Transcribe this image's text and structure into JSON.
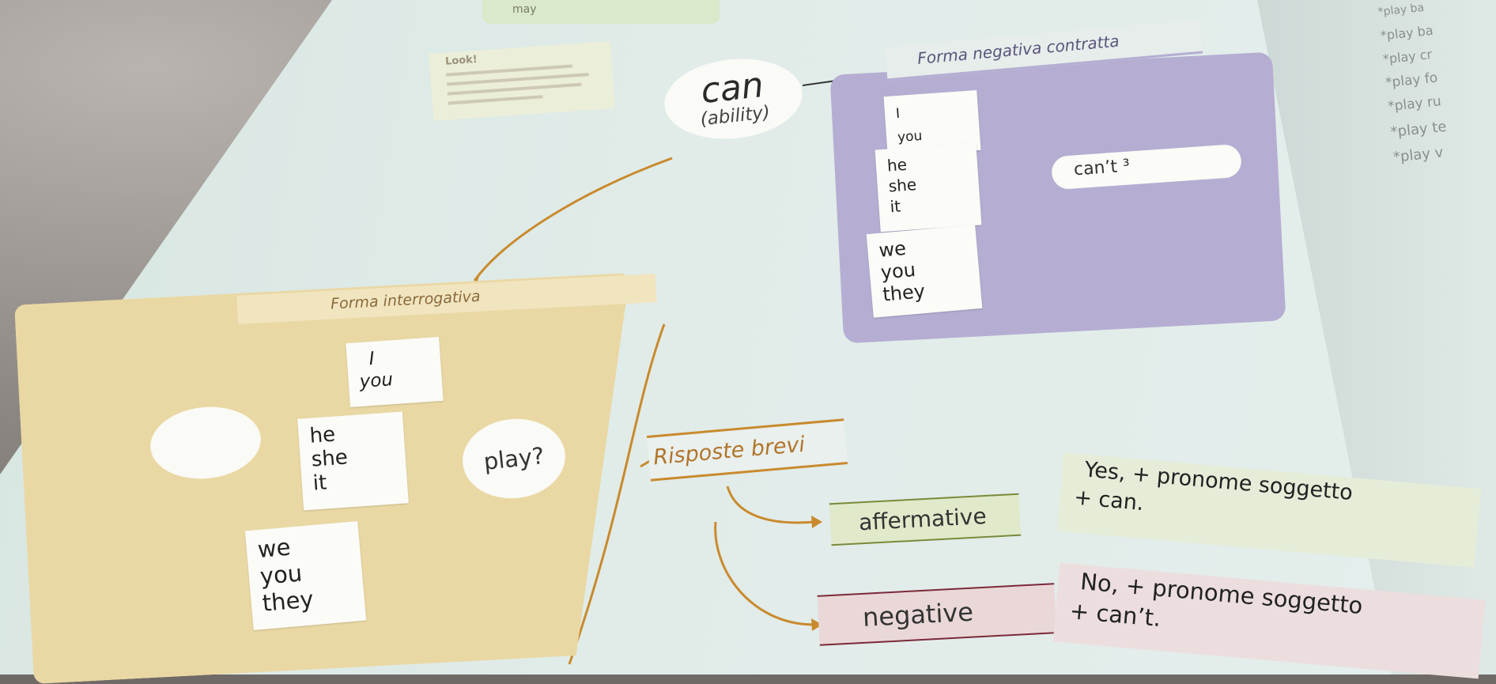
{
  "top_snippet": {
    "text": "may"
  },
  "look_box": {
    "title": "Look!"
  },
  "center_bubble": {
    "word": "can",
    "sub": "(ability)"
  },
  "negative_form": {
    "header": "Forma negativa contratta",
    "groups": [
      [
        "I",
        "you"
      ],
      [
        "he",
        "she",
        "it"
      ],
      [
        "we",
        "you",
        "they"
      ]
    ],
    "result": "can’t ³"
  },
  "right_list": {
    "items": [
      "*play ba",
      "*play ba",
      "*play cr",
      "*play fo",
      "*play ru",
      "*play te",
      "*play v"
    ]
  },
  "interrogative_form": {
    "header": "Forma interrogativa",
    "groups": [
      [
        "I",
        "you"
      ],
      [
        "he",
        "she",
        "it"
      ],
      [
        "we",
        "you",
        "they"
      ]
    ],
    "verb": "play?"
  },
  "short_answers": {
    "title": "Risposte brevi",
    "affirmative": {
      "label": "affermative",
      "rule_line1": "Yes, + pronome soggetto",
      "rule_line2": "+ can."
    },
    "negative": {
      "label": "negative",
      "rule_line1": "No, + pronome soggetto",
      "rule_line2": "+ can’t."
    }
  },
  "colors": {
    "orange": "#c98a2d",
    "lavender": "#b5aed2",
    "tan": "#ead8a4",
    "page": "#e1ece9"
  }
}
